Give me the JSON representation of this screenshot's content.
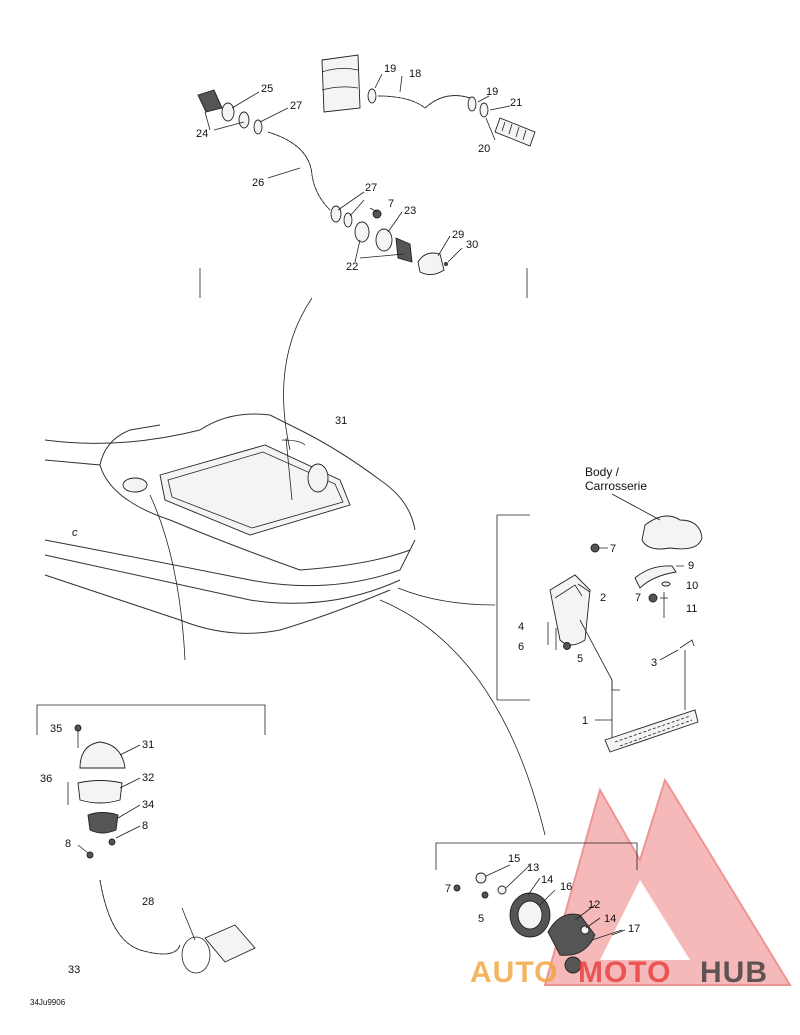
{
  "labels": {
    "p1": "1",
    "p2": "2",
    "p3": "3",
    "p4": "4",
    "p5a": "5",
    "p5b": "5",
    "p6": "6",
    "p7a": "7",
    "p7b": "7",
    "p7c": "7",
    "p7d": "7",
    "p8a": "8",
    "p8b": "8",
    "p9": "9",
    "p10": "10",
    "p11": "11",
    "p12": "12",
    "p13": "13",
    "p14a": "14",
    "p14b": "14",
    "p15": "15",
    "p16": "16",
    "p17": "17",
    "p18": "18",
    "p19a": "19",
    "p19b": "19",
    "p20": "20",
    "p21": "21",
    "p22": "22",
    "p23": "23",
    "p24": "24",
    "p25": "25",
    "p26": "26",
    "p27a": "27",
    "p27b": "27",
    "p28": "28",
    "p29": "29",
    "p30": "30",
    "p31a": "31",
    "p31b": "31",
    "p32": "32",
    "p33": "33",
    "p34": "34",
    "p35": "35",
    "p36": "36"
  },
  "body_label_line1": "Body /",
  "body_label_line2": "Carrosserie",
  "drawing_code": "34Ju9906",
  "watermark": {
    "part1": "AUTO",
    "part2": "MOTO",
    "part3": "HUB",
    "color_primary": "#e83c3c",
    "color_secondary": "#f2a33a",
    "color_dark": "#3a3a3a"
  }
}
